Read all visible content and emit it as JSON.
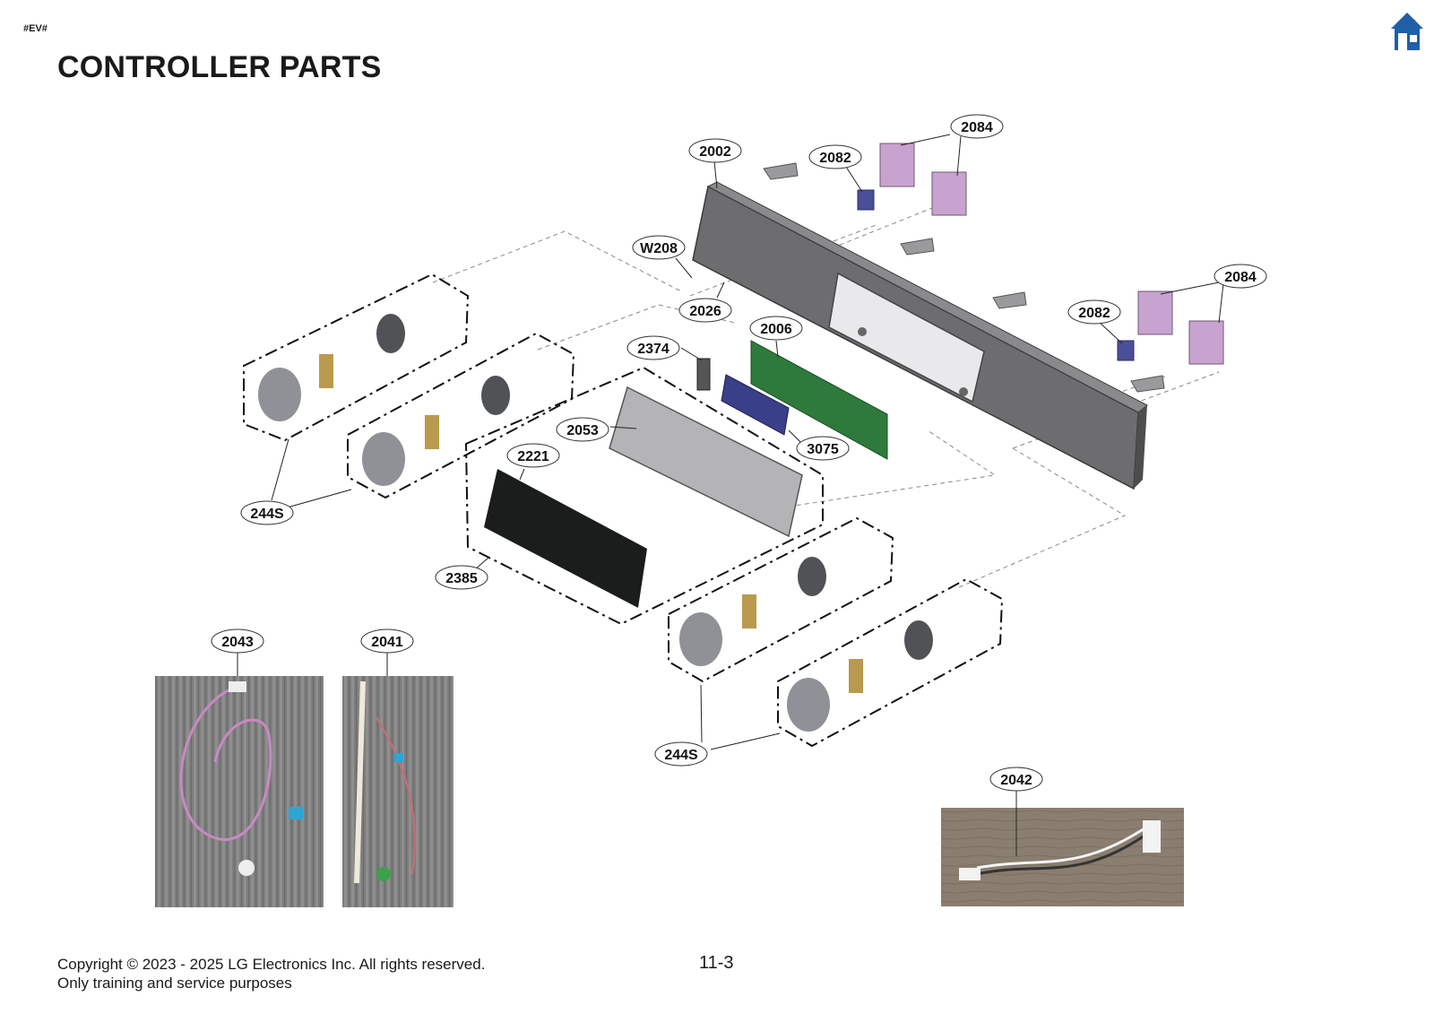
{
  "header": {
    "tag": "#EV#",
    "title": "CONTROLLER PARTS",
    "home_icon": "home-icon"
  },
  "callouts": [
    {
      "id": "c2084a",
      "label": "2084"
    },
    {
      "id": "c2002",
      "label": "2002"
    },
    {
      "id": "c2082a",
      "label": "2082"
    },
    {
      "id": "cW208",
      "label": "W208"
    },
    {
      "id": "c2026",
      "label": "2026"
    },
    {
      "id": "c2006",
      "label": "2006"
    },
    {
      "id": "c2374",
      "label": "2374"
    },
    {
      "id": "c2084b",
      "label": "2084"
    },
    {
      "id": "c2082b",
      "label": "2082"
    },
    {
      "id": "c2053",
      "label": "2053"
    },
    {
      "id": "c2221",
      "label": "2221"
    },
    {
      "id": "c3075",
      "label": "3075"
    },
    {
      "id": "c244Sa",
      "label": "244S"
    },
    {
      "id": "c2385",
      "label": "2385"
    },
    {
      "id": "c2043",
      "label": "2043"
    },
    {
      "id": "c2041",
      "label": "2041"
    },
    {
      "id": "c244Sb",
      "label": "244S"
    },
    {
      "id": "c2042",
      "label": "2042"
    }
  ],
  "colors": {
    "panel": "#6b6b6e",
    "pcb": "#2e7a3c",
    "blue_part": "#3a3f8a",
    "lens": "#1b1c1c",
    "switch": "#c9a3cf",
    "knob": "#8f9197",
    "home": "#1f5fa8"
  },
  "footer": {
    "copyright": "Copyright © 2023 - 2025 LG Electronics Inc. All rights reserved.",
    "purpose": "Only training and service purposes",
    "page_number": "11-3"
  }
}
